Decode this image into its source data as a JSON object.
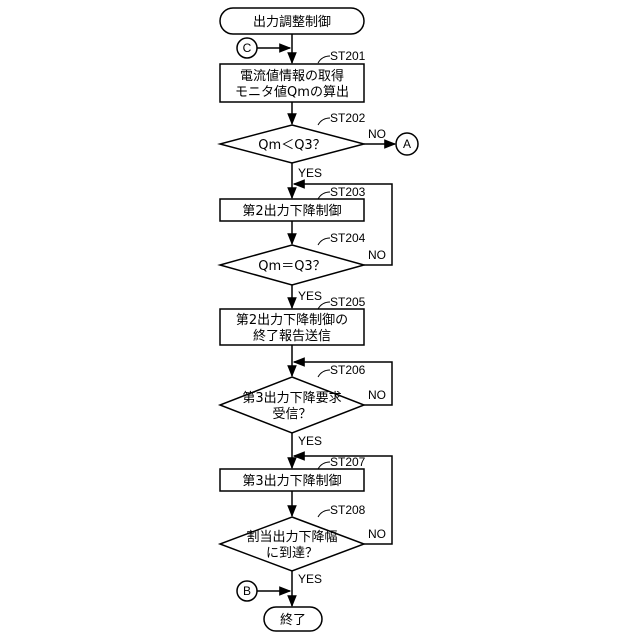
{
  "diagram": {
    "start": "出力調整制御",
    "end": "終了",
    "connectors": {
      "c": "C",
      "a": "A",
      "b": "B"
    },
    "steps": {
      "st201": {
        "label": "ST201",
        "lines": [
          "電流値情報の取得",
          "モニタ値Qmの算出"
        ]
      },
      "st202": {
        "label": "ST202",
        "lines": [
          "Qm＜Q3？"
        ]
      },
      "st203": {
        "label": "ST203",
        "lines": [
          "第2出力下降制御"
        ]
      },
      "st204": {
        "label": "ST204",
        "lines": [
          "Qm＝Q3？"
        ]
      },
      "st205": {
        "label": "ST205",
        "lines": [
          "第2出力下降制御の",
          "終了報告送信"
        ]
      },
      "st206": {
        "label": "ST206",
        "lines": [
          "第3出力下降要求",
          "受信？"
        ]
      },
      "st207": {
        "label": "ST207",
        "lines": [
          "第3出力下降制御"
        ]
      },
      "st208": {
        "label": "ST208",
        "lines": [
          "割当出力下降幅",
          "に到達？"
        ]
      }
    },
    "branch_labels": {
      "yes": "YES",
      "no": "NO"
    }
  }
}
